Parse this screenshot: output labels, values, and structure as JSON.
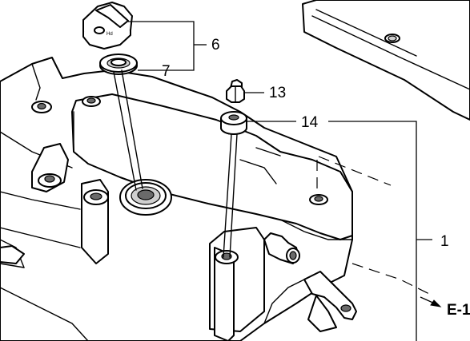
{
  "callouts": {
    "c1": "1",
    "c6": "6",
    "c7": "7",
    "c13": "13",
    "c14": "14"
  },
  "reference": {
    "label": "E-1"
  },
  "cap_marking": "Hd"
}
